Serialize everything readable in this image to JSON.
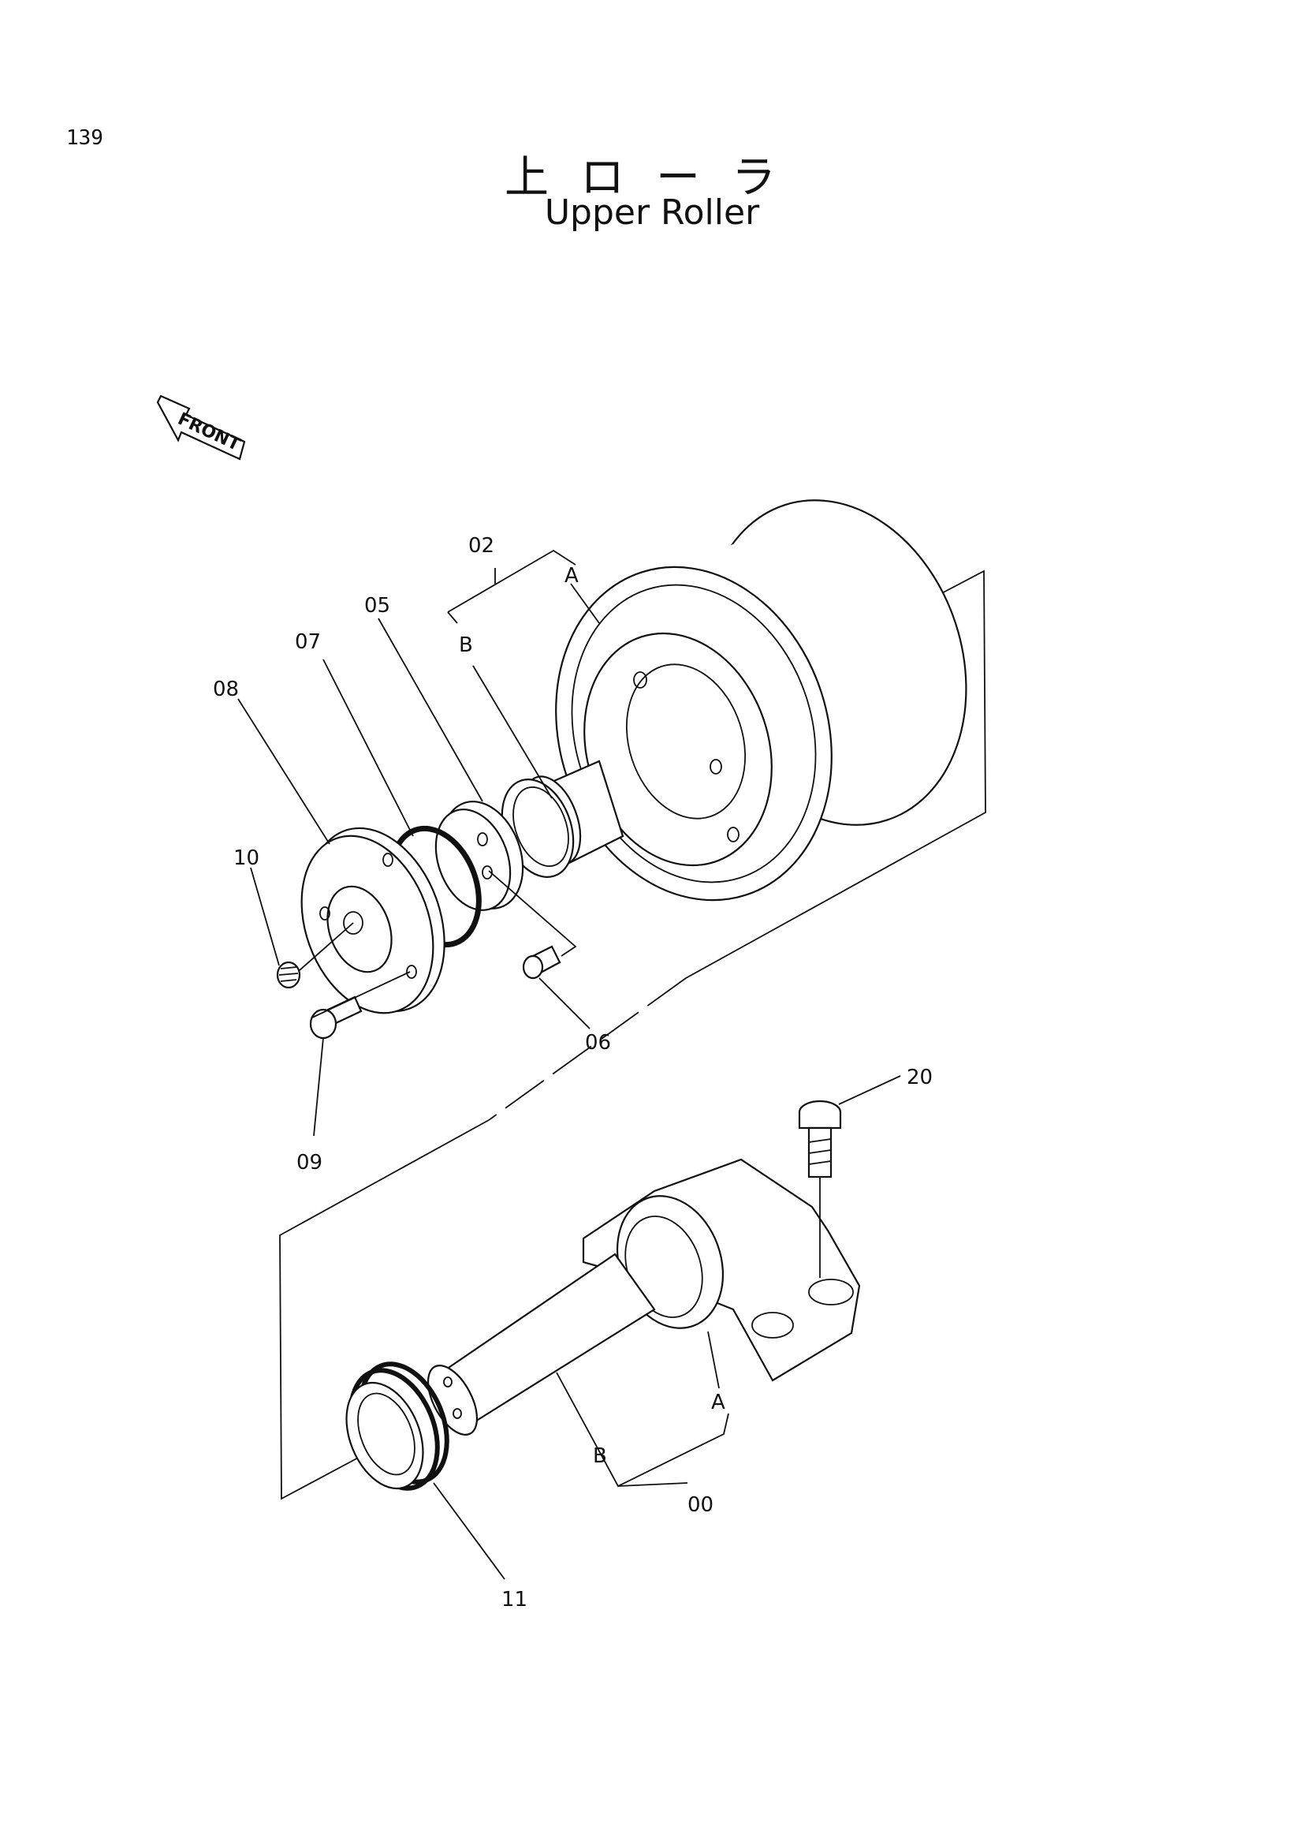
{
  "header": {
    "page_number": "139",
    "title_jp": "上ローラ",
    "title_en": "Upper Roller"
  },
  "orientation": {
    "front_label": "FRONT"
  },
  "callouts": {
    "p00": "00",
    "p02": "02",
    "p05": "05",
    "p06": "06",
    "p07": "07",
    "p08": "08",
    "p09": "09",
    "p10": "10",
    "p11": "11",
    "p20": "20",
    "a_top": "A",
    "b_top": "B",
    "a_bottom": "A",
    "b_bottom": "B"
  }
}
